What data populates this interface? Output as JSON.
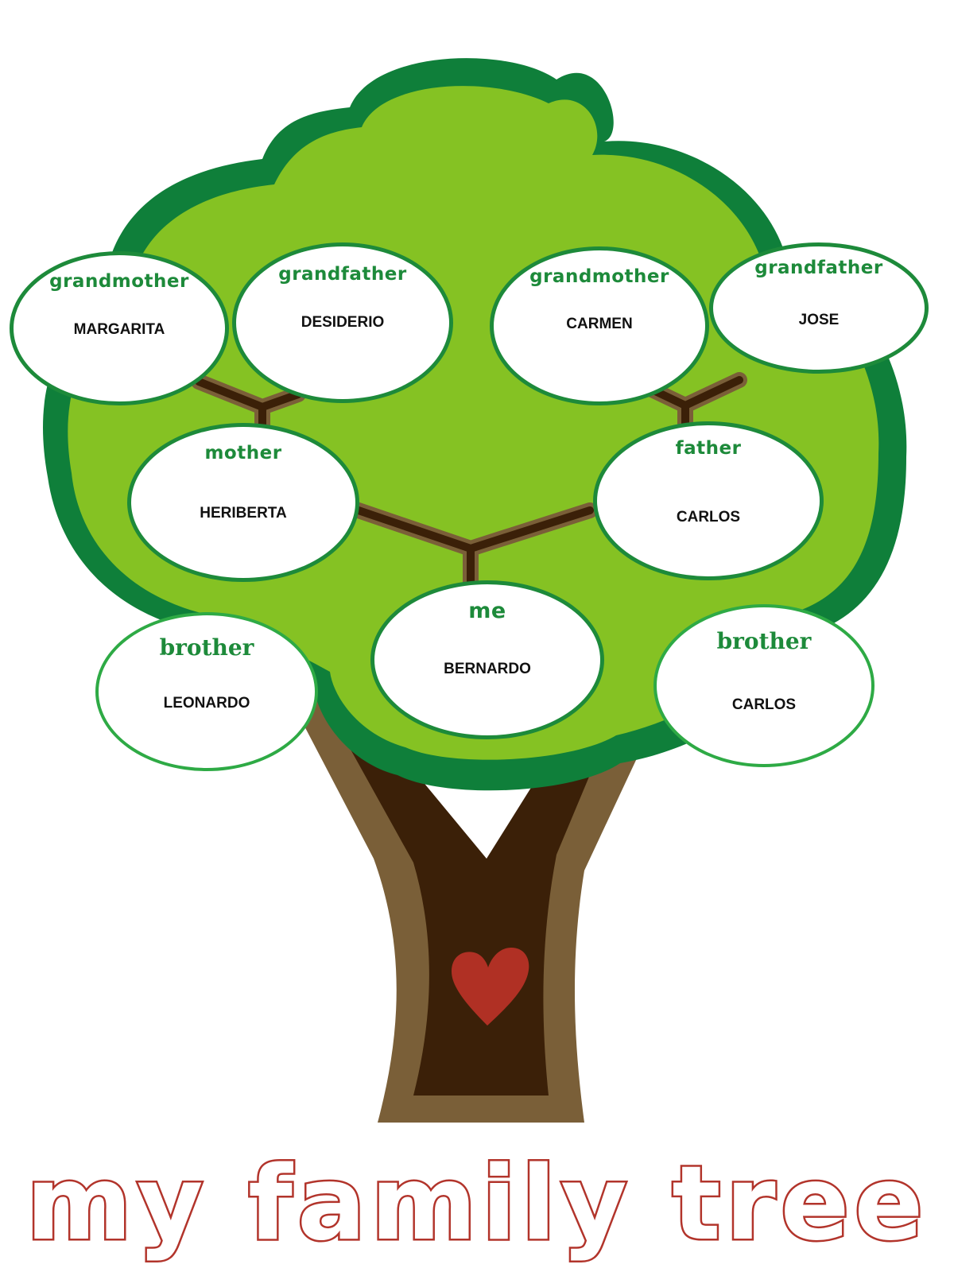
{
  "title": "my family tree",
  "colors": {
    "canopy_outline": "#0f7f3a",
    "canopy_fill": "#85c223",
    "trunk_outer": "#7a5f38",
    "trunk_inner": "#3b2008",
    "heart": "#b03024",
    "node_border": "#1d8a3a",
    "role_text": "#1d8a3a",
    "title_outline": "#b2342b"
  },
  "nodes": {
    "grandmother_left": {
      "role": "grandmother",
      "name": "MARGARITA"
    },
    "grandfather_left": {
      "role": "grandfather",
      "name": "DESIDERIO"
    },
    "grandmother_right": {
      "role": "grandmother",
      "name": "CARMEN"
    },
    "grandfather_right": {
      "role": "grandfather",
      "name": "JOSE"
    },
    "mother": {
      "role": "mother",
      "name": "HERIBERTA"
    },
    "father": {
      "role": "father",
      "name": "CARLOS"
    },
    "me": {
      "role": "me",
      "name": "BERNARDO"
    },
    "brother_left": {
      "role": "brother",
      "name": "LEONARDO"
    },
    "brother_right": {
      "role": "brother",
      "name": "CARLOS"
    }
  }
}
